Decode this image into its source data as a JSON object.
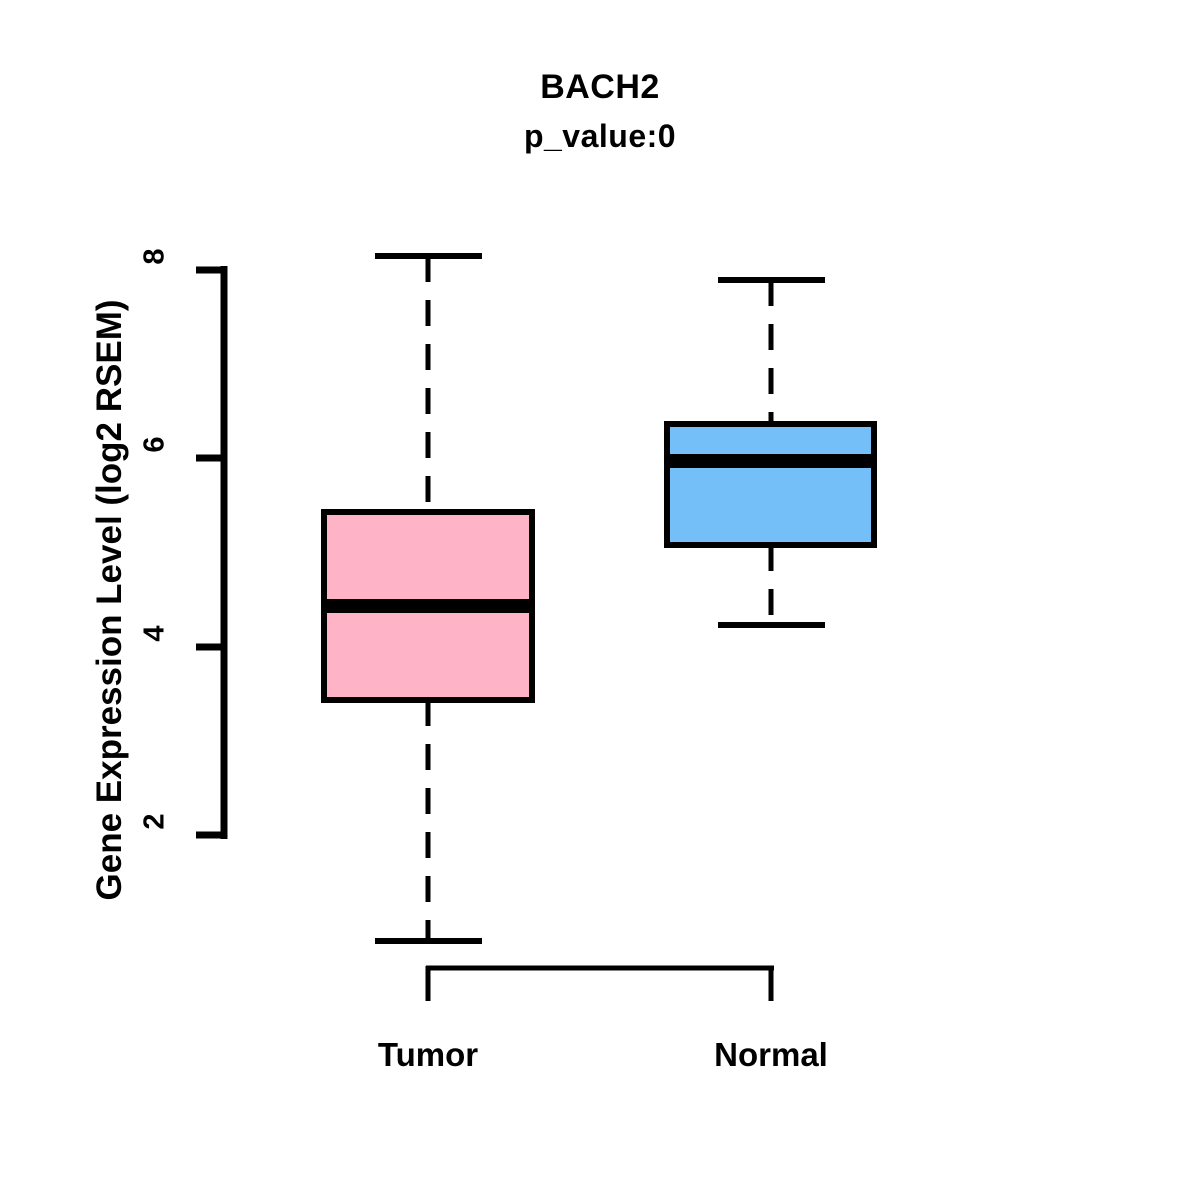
{
  "chart_data": {
    "type": "box",
    "title": "BACH2",
    "subtitle": "p_value:0",
    "xlabel": "",
    "ylabel": "Gene Expression Level (log2 RSEM)",
    "categories": [
      "Tumor",
      "Normal"
    ],
    "ylim": [
      0.6,
      8.4
    ],
    "yticks": [
      2,
      4,
      6,
      8
    ],
    "ytick_labels": [
      "2",
      "4",
      "6",
      "8"
    ],
    "grid": false,
    "legend": "none",
    "annotations": [
      "p_value:0"
    ],
    "series": [
      {
        "name": "Tumor",
        "color": "#ffb3c6",
        "whisker_low": 0.87,
        "q1": 3.43,
        "median": 4.43,
        "q3": 5.43,
        "whisker_high": 8.15,
        "outliers": []
      },
      {
        "name": "Normal",
        "color": "#75bff9",
        "whisker_low": 4.23,
        "q1": 5.11,
        "median": 5.97,
        "q3": 6.36,
        "whisker_high": 7.89,
        "outliers": []
      }
    ]
  },
  "axis": {
    "y_label": "Gene Expression Level (log2 RSEM)",
    "y_ticks": [
      {
        "value": 8,
        "label": "8"
      },
      {
        "value": 6,
        "label": "6"
      },
      {
        "value": 4,
        "label": "4"
      },
      {
        "value": 2,
        "label": "2"
      }
    ],
    "x_ticks": [
      {
        "label": "Tumor"
      },
      {
        "label": "Normal"
      }
    ]
  },
  "colors": {
    "tumor_fill": "#ffb3c6",
    "normal_fill": "#75bff9",
    "stroke": "#000000",
    "background": "#ffffff"
  }
}
